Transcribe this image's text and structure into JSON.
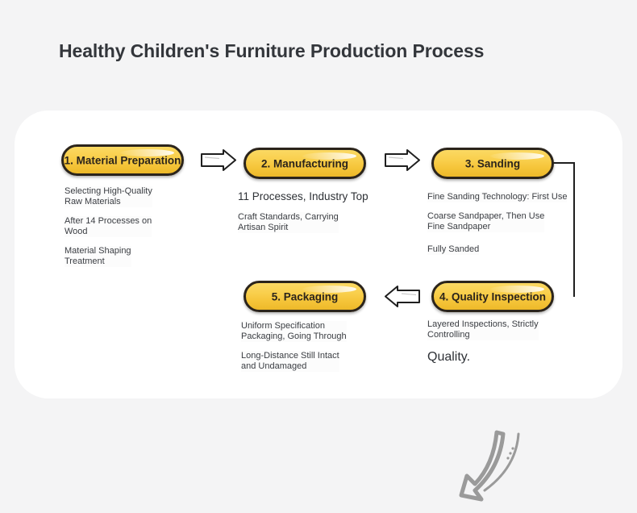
{
  "page": {
    "title": "Healthy Children's Furniture Production Process",
    "background_color": "#f4f4f5",
    "card_color": "#ffffff"
  },
  "theme": {
    "node_fill_top": "#fbd963",
    "node_fill_bottom": "#edb929",
    "node_border": "#2b241b",
    "text_color": "#3a3d42",
    "arrow_stroke": "#1f1f1f",
    "doodle_color": "#9a9a9a"
  },
  "flow": {
    "nodes": [
      {
        "id": "material-preparation",
        "label": "1. Material Preparation",
        "details": [
          {
            "text": "Selecting High-Quality\nRaw Materials",
            "size": "sm"
          },
          {
            "text": "After 14 Processes on\nWood",
            "size": "sm"
          },
          {
            "text": "Material Shaping\nTreatment",
            "size": "sm"
          }
        ]
      },
      {
        "id": "manufacturing",
        "label": "2. Manufacturing",
        "details": [
          {
            "text": "11 Processes, Industry Top",
            "size": "lg"
          },
          {
            "text": "Craft Standards, Carrying\nArtisan Spirit",
            "size": "sm"
          }
        ]
      },
      {
        "id": "sanding",
        "label": "3. Sanding",
        "details": [
          {
            "text": "Fine Sanding Technology: First Use",
            "size": "sm"
          },
          {
            "text": "Coarse Sandpaper, Then Use\nFine Sandpaper",
            "size": "sm"
          },
          {
            "text": "Fully Sanded",
            "size": "sm"
          }
        ]
      },
      {
        "id": "quality-inspection",
        "label": "4. Quality Inspection",
        "details": [
          {
            "text": "Layered Inspections, Strictly\nControlling",
            "size": "sm"
          },
          {
            "text": "Quality.",
            "size": "xl"
          }
        ]
      },
      {
        "id": "packaging",
        "label": "5. Packaging",
        "details": [
          {
            "text": "Uniform Specification\nPackaging, Going Through",
            "size": "sm"
          },
          {
            "text": "Long-Distance Still Intact\nand Undamaged",
            "size": "sm"
          }
        ]
      }
    ],
    "arrows": [
      {
        "id": "arrow-1-to-2",
        "direction": "right"
      },
      {
        "id": "arrow-2-to-3",
        "direction": "right"
      },
      {
        "id": "arrow-4-to-5",
        "direction": "left"
      }
    ],
    "connectors": [
      {
        "id": "connector-3-to-4",
        "shape": "elbow-right-down"
      }
    ]
  },
  "decoration": {
    "doodle_arrow": "curved-arrow-down-left"
  }
}
